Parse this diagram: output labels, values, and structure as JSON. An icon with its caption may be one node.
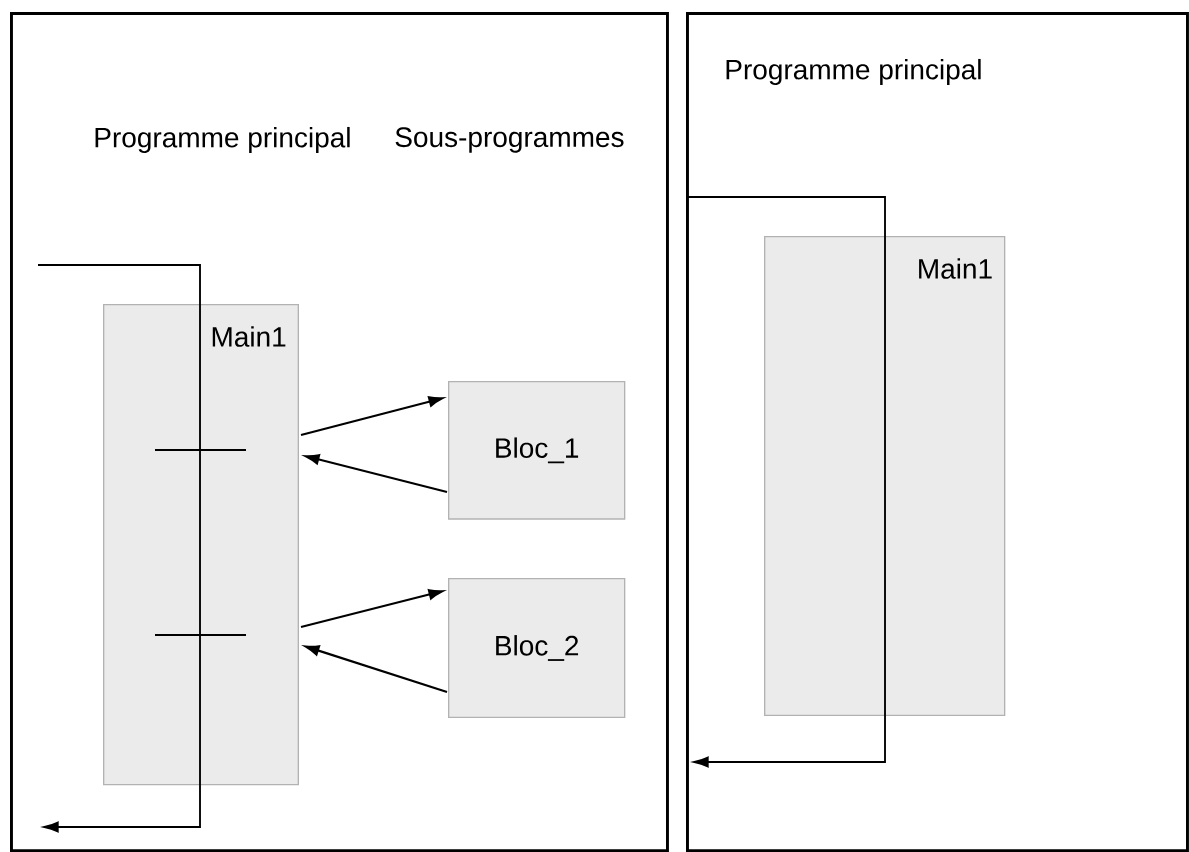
{
  "diagram": {
    "nodes": [
      {
        "text": [
          "Programme principal",
          "Sous-programmes"
        ]
      },
      {
        "text": [
          "Programme principal"
        ]
      },
      {
        "text": [
          "Main1"
        ],
        "in": 0
      },
      {
        "text": [
          "Bloc_1"
        ],
        "in": 0
      },
      {
        "text": [
          "Bloc_2"
        ],
        "in": 0
      },
      {
        "text": [
          "Main1"
        ],
        "in": 1
      }
    ],
    "edges": [
      {
        "from": 2,
        "to": 3,
        "arrow": "to"
      },
      {
        "from": 3,
        "to": 2,
        "arrow": "to"
      },
      {
        "from": 2,
        "to": 4,
        "arrow": "to"
      },
      {
        "from": 4,
        "to": 2,
        "arrow": "to"
      }
    ]
  }
}
